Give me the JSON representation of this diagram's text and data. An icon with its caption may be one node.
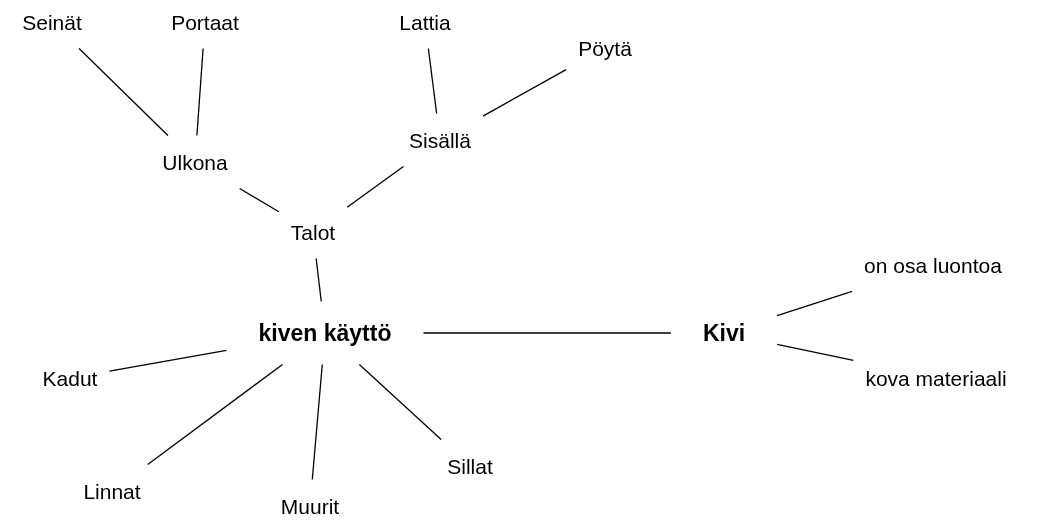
{
  "diagram": {
    "nodes": [
      {
        "text": [
          "kiven käyttö"
        ]
      },
      {
        "text": [
          "Talot"
        ]
      },
      {
        "text": [
          "Ulkona"
        ]
      },
      {
        "text": [
          "Sisällä"
        ]
      },
      {
        "text": [
          "Seinät"
        ]
      },
      {
        "text": [
          "Portaat"
        ]
      },
      {
        "text": [
          "Lattia"
        ]
      },
      {
        "text": [
          "Pöytä"
        ]
      },
      {
        "text": [
          "Kivi"
        ]
      },
      {
        "text": [
          "on osa luontoa"
        ]
      },
      {
        "text": [
          "kova materiaali"
        ]
      },
      {
        "text": [
          "Kadut"
        ]
      },
      {
        "text": [
          "Linnat"
        ]
      },
      {
        "text": [
          "Muurit"
        ]
      },
      {
        "text": [
          "Sillat"
        ]
      }
    ],
    "edges": [
      {
        "from": 0,
        "to": 1,
        "arrow": "none"
      },
      {
        "from": 1,
        "to": 2,
        "arrow": "none"
      },
      {
        "from": 1,
        "to": 3,
        "arrow": "none"
      },
      {
        "from": 2,
        "to": 4,
        "arrow": "none"
      },
      {
        "from": 2,
        "to": 5,
        "arrow": "none"
      },
      {
        "from": 3,
        "to": 6,
        "arrow": "none"
      },
      {
        "from": 3,
        "to": 7,
        "arrow": "none"
      },
      {
        "from": 0,
        "to": 8,
        "arrow": "none"
      },
      {
        "from": 8,
        "to": 9,
        "arrow": "none"
      },
      {
        "from": 8,
        "to": 10,
        "arrow": "none"
      },
      {
        "from": 0,
        "to": 11,
        "arrow": "none"
      },
      {
        "from": 0,
        "to": 12,
        "arrow": "none"
      },
      {
        "from": 0,
        "to": 13,
        "arrow": "none"
      },
      {
        "from": 0,
        "to": 14,
        "arrow": "none"
      }
    ]
  }
}
